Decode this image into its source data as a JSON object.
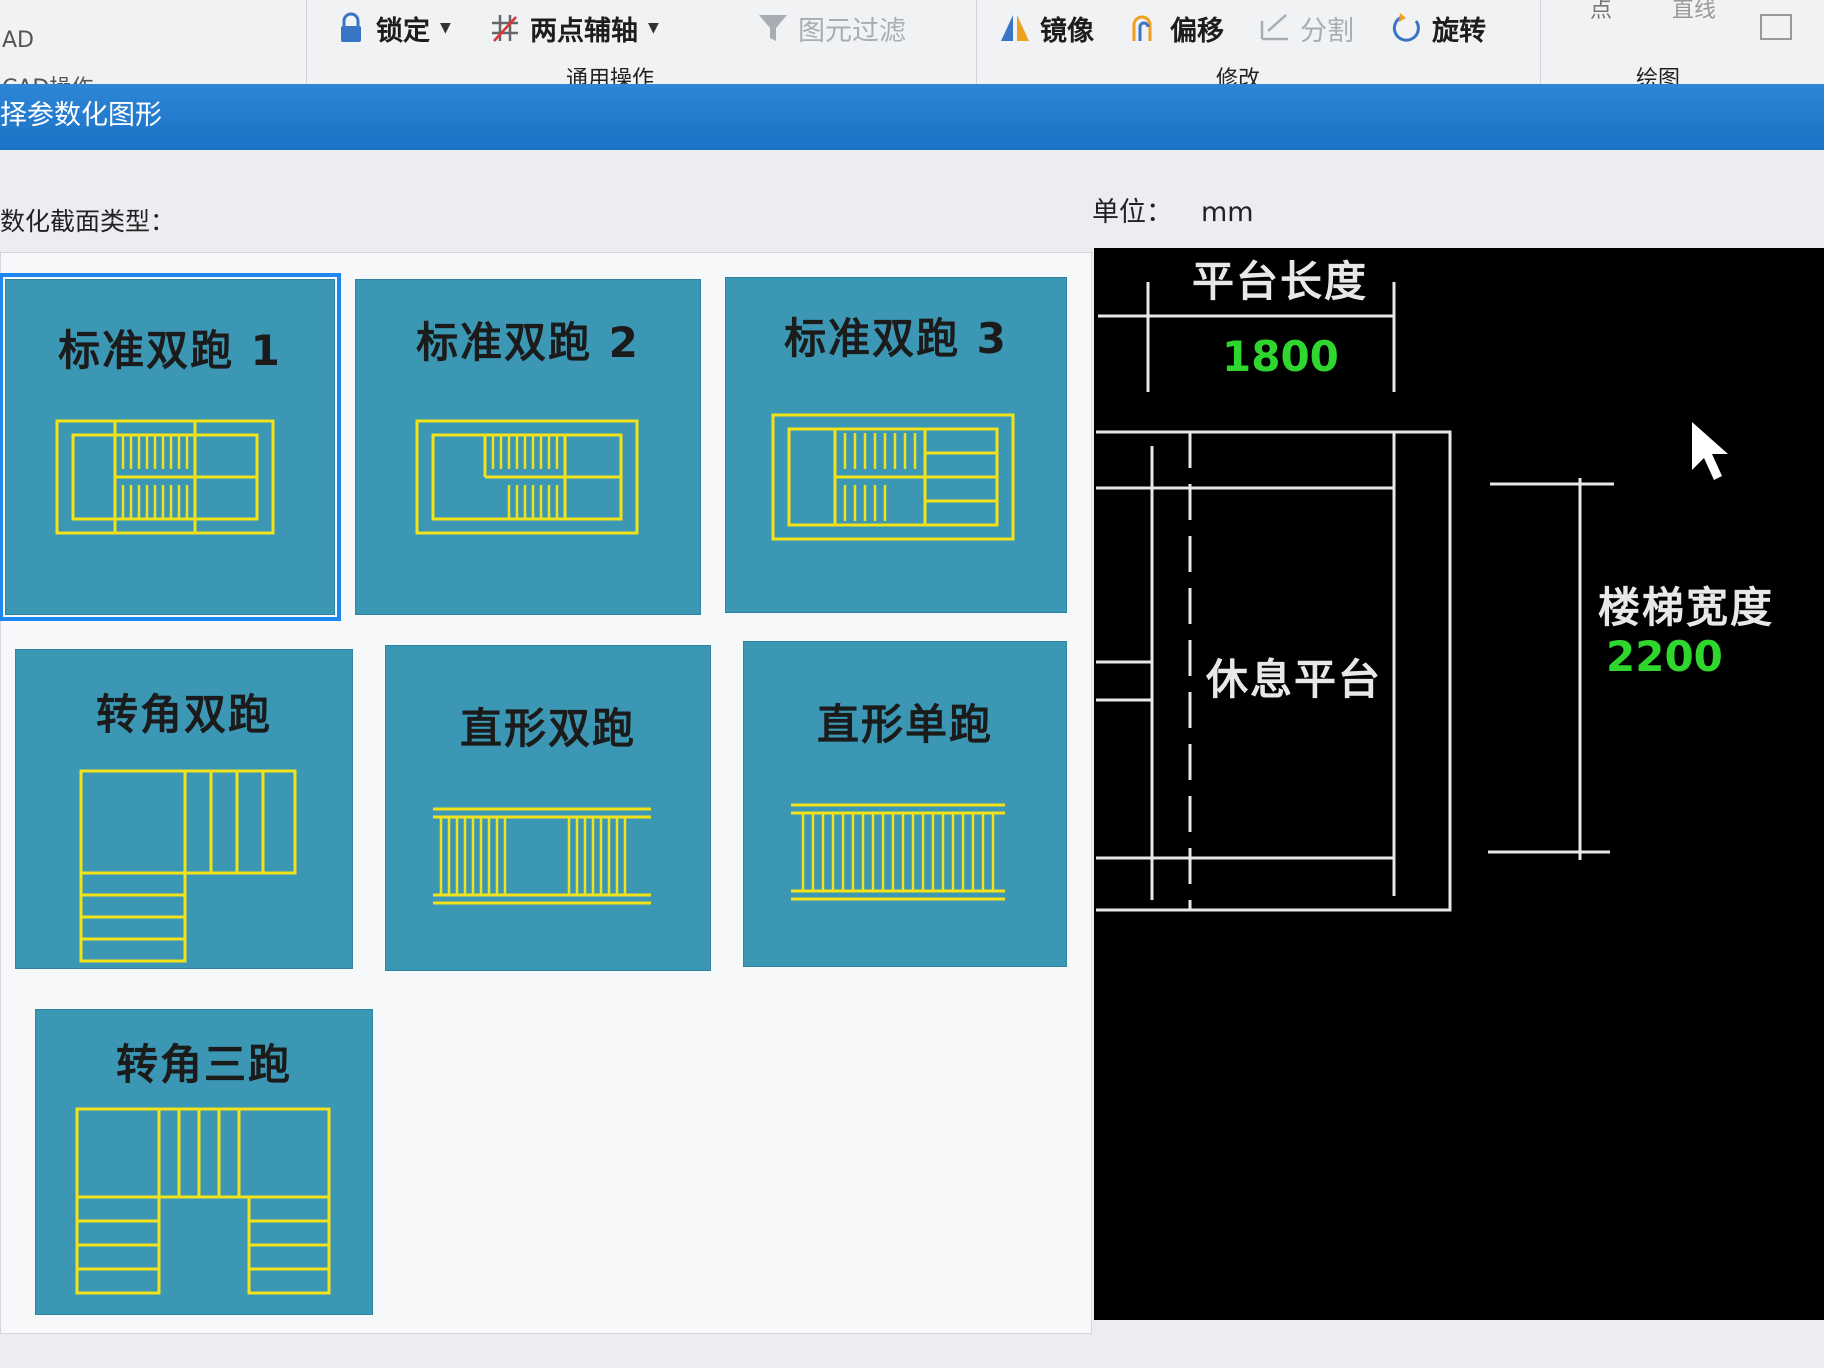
{
  "ribbon": {
    "left_fragment_top": "AD",
    "left_fragment_bottom": "CAD操作",
    "lock": "锁定",
    "two_point_axis": "两点辅轴",
    "element_filter": "图元过滤",
    "mirror": "镜像",
    "offset": "偏移",
    "split": "分割",
    "rotate": "旋转",
    "right_fragment_1": "点",
    "right_fragment_2": "直线",
    "group_general": "通用操作",
    "group_modify": "修改",
    "group_draw": "绘图"
  },
  "dialog": {
    "title": "择参数化图形",
    "section_label": "数化截面类型：",
    "unit_label": "单位：",
    "unit_value": "mm"
  },
  "tiles": [
    {
      "label": "标准双跑 1",
      "selected": true
    },
    {
      "label": "标准双跑 2",
      "selected": false
    },
    {
      "label": "标准双跑 3",
      "selected": false
    },
    {
      "label": "转角双跑",
      "selected": false
    },
    {
      "label": "直形双跑",
      "selected": false
    },
    {
      "label": "直形单跑",
      "selected": false
    },
    {
      "label": "转角三跑",
      "selected": false
    }
  ],
  "preview": {
    "platform_length_label": "平台长度",
    "platform_length_value": "1800",
    "rest_platform_label": "休息平台",
    "stair_width_label": "楼梯宽度",
    "stair_width_value": "2200"
  },
  "colors": {
    "tile_bg": "#3b97b4",
    "schematic_line": "#f2e21a",
    "title_bar": "#1f76c9",
    "dimension_value": "#2ed62e",
    "preview_bg": "#000000"
  }
}
